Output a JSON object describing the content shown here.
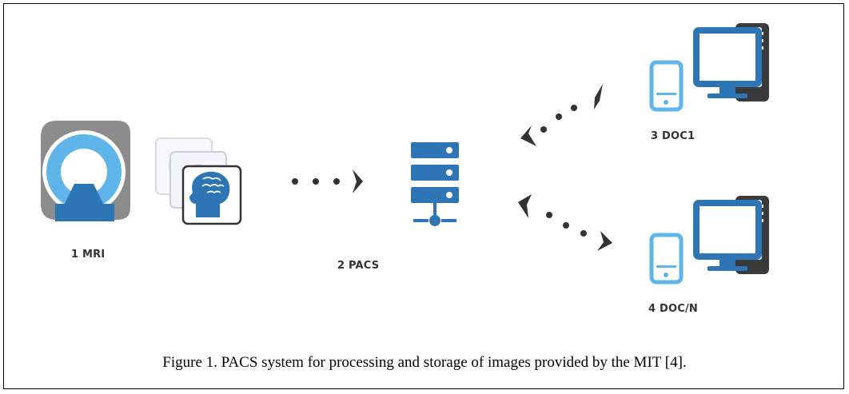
{
  "nodes": {
    "mri": {
      "label": "1 MRI",
      "icon": "mri-scanner-icon"
    },
    "images": {
      "icon": "brain-image-stack-icon"
    },
    "pacs": {
      "label": "2 PACS",
      "icon": "server-icon"
    },
    "doc1": {
      "label": "3 DOC1",
      "icon": "computer-phone-icon"
    },
    "docn": {
      "label": "4 DOC/N",
      "icon": "computer-phone-icon"
    }
  },
  "caption": "Figure 1. PACS system for processing and storage of images provided by the MIT [4].",
  "colors": {
    "primary_blue": "#2e75b6",
    "light_blue": "#5fb4ea",
    "gray": "#8c8c8c",
    "dark_gray": "#3a3a3a"
  }
}
